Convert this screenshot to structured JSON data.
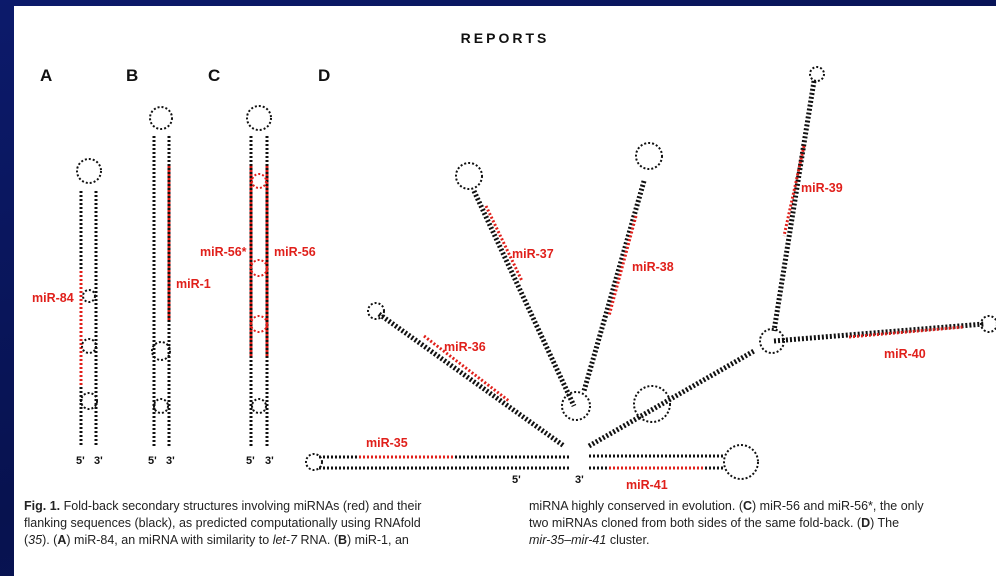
{
  "header": "REPORTS",
  "panels": [
    "A",
    "B",
    "C",
    "D"
  ],
  "labels": {
    "miR84": "miR-84",
    "miR1": "miR-1",
    "miR56star": "miR-56*",
    "miR56": "miR-56",
    "miR35": "miR-35",
    "miR36": "miR-36",
    "miR37": "miR-37",
    "miR38": "miR-38",
    "miR39": "miR-39",
    "miR40": "miR-40",
    "miR41": "miR-41"
  },
  "ends": {
    "five": "5'",
    "three": "3'"
  },
  "caption": {
    "fig": "Fig. 1.",
    "l1": "Fold-back secondary structures involving miRNAs (red) and their",
    "l2": "flanking sequences (black), as predicted computationally using RNAfold",
    "l3a": "(",
    "l3ref": "35",
    "l3b": "). (",
    "l3A": "A",
    "l3c": ") miR-84, an miRNA with similarity to ",
    "l3let": "let-7",
    "l3d": " RNA. (",
    "l3B": "B",
    "l3e": ") miR-1, an",
    "r1": "miRNA highly conserved in evolution. (",
    "r1C": "C",
    "r1b": ") miR-56 and miR-56*, the only",
    "r2": "two miRNAs cloned from both sides of the same fold-back. (",
    "r2D": "D",
    "r2b": ") The",
    "r3": "mir-35–mir-41",
    "r3b": " cluster."
  },
  "colors": {
    "mirna": "#e0201b",
    "flank": "#111111",
    "background": "#0a175e"
  }
}
